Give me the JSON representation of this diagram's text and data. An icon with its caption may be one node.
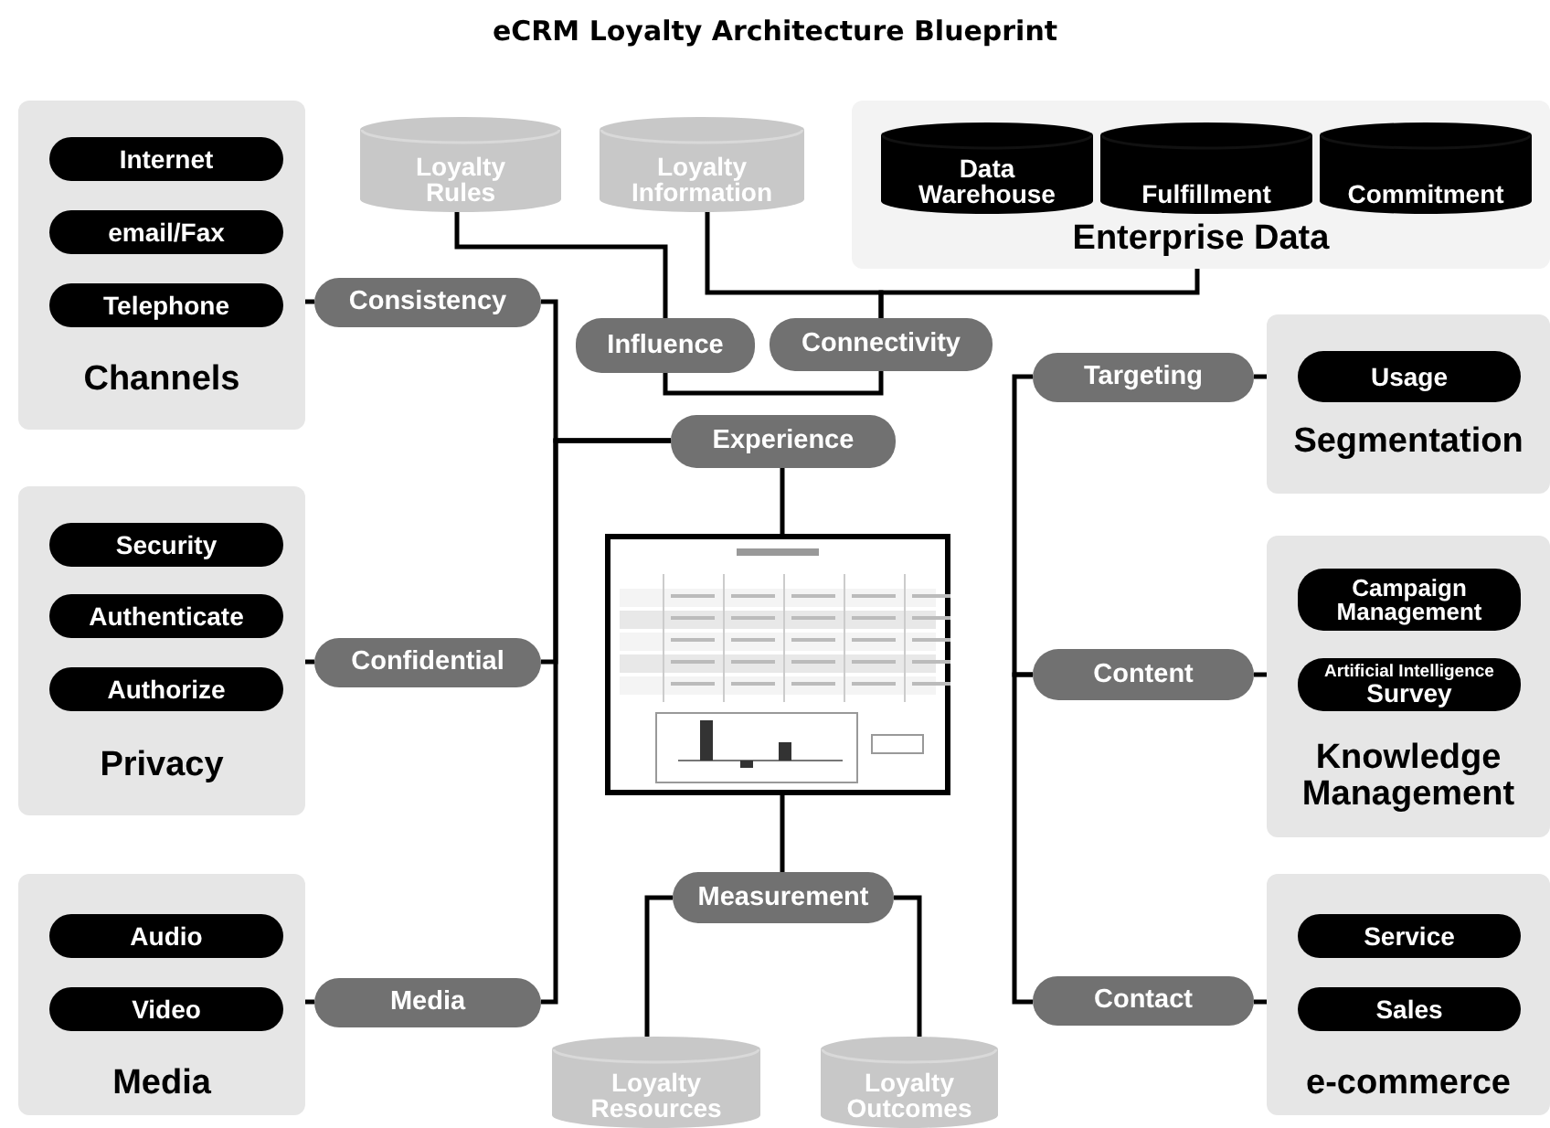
{
  "diagram": {
    "title": "eCRM Loyalty Architecture Blueprint",
    "nodes": [
      {
        "text": [
          "Channels"
        ]
      },
      {
        "text": [
          "Internet"
        ],
        "in": 0
      },
      {
        "text": [
          "email/Fax"
        ],
        "in": 0
      },
      {
        "text": [
          "Telephone"
        ],
        "in": 0
      },
      {
        "text": [
          "Privacy"
        ]
      },
      {
        "text": [
          "Security"
        ],
        "in": 4
      },
      {
        "text": [
          "Authenticate"
        ],
        "in": 4
      },
      {
        "text": [
          "Authorize"
        ],
        "in": 4
      },
      {
        "text": [
          "Media"
        ]
      },
      {
        "text": [
          "Audio"
        ],
        "in": 8
      },
      {
        "text": [
          "Video"
        ],
        "in": 8
      },
      {
        "text": [
          "Loyalty Rules"
        ]
      },
      {
        "text": [
          "Loyalty Information"
        ]
      },
      {
        "text": [
          "Enterprise Data"
        ]
      },
      {
        "text": [
          "Data Warehouse"
        ],
        "in": 13
      },
      {
        "text": [
          "Fulfillment"
        ],
        "in": 13
      },
      {
        "text": [
          "Commitment"
        ],
        "in": 13
      },
      {
        "text": [
          "Consistency"
        ]
      },
      {
        "text": [
          "Influence"
        ]
      },
      {
        "text": [
          "Connectivity"
        ]
      },
      {
        "text": [
          "Experience"
        ]
      },
      {
        "text": [
          "Confidential"
        ]
      },
      {
        "text": [
          "Media"
        ]
      },
      {
        "text": [],
        "shape": "picture"
      },
      {
        "text": [
          "Measurement"
        ]
      },
      {
        "text": [
          "Loyalty Resources"
        ]
      },
      {
        "text": [
          "Loyalty Outcomes"
        ]
      },
      {
        "text": [
          "Targeting"
        ]
      },
      {
        "text": [
          "Content"
        ]
      },
      {
        "text": [
          "Contact"
        ]
      },
      {
        "text": [
          "Segmentation"
        ]
      },
      {
        "text": [
          "Usage"
        ],
        "in": 30
      },
      {
        "text": [
          "Knowledge Management"
        ]
      },
      {
        "text": [
          "Campaign Management"
        ],
        "in": 32
      },
      {
        "text": [
          "Artificial Intelligence",
          "Survey"
        ],
        "in": 32
      },
      {
        "text": [
          "e-commerce"
        ]
      },
      {
        "text": [
          "Service"
        ],
        "in": 35
      },
      {
        "text": [
          "Sales"
        ],
        "in": 35
      }
    ],
    "edges": [
      {
        "from": 17,
        "to": 0,
        "arrow": "none"
      },
      {
        "from": 21,
        "to": 4,
        "arrow": "none"
      },
      {
        "from": 22,
        "to": 8,
        "arrow": "none"
      },
      {
        "from": 17,
        "to": 20,
        "arrow": "none"
      },
      {
        "from": 21,
        "to": 20,
        "arrow": "none"
      },
      {
        "from": 22,
        "to": 20,
        "arrow": "none"
      },
      {
        "from": 11,
        "to": 18,
        "arrow": "none"
      },
      {
        "from": 18,
        "to": 19,
        "arrow": "none"
      },
      {
        "from": 12,
        "to": 19,
        "arrow": "none"
      },
      {
        "from": 19,
        "to": 13,
        "arrow": "none"
      },
      {
        "from": 20,
        "to": 23,
        "arrow": "none"
      },
      {
        "from": 23,
        "to": 24,
        "arrow": "none"
      },
      {
        "from": 24,
        "to": 25,
        "arrow": "none"
      },
      {
        "from": 24,
        "to": 26,
        "arrow": "none"
      },
      {
        "from": 27,
        "to": 30,
        "arrow": "none"
      },
      {
        "from": 28,
        "to": 32,
        "arrow": "none"
      },
      {
        "from": 29,
        "to": 35,
        "arrow": "none"
      },
      {
        "from": 27,
        "to": 28,
        "arrow": "none"
      },
      {
        "from": 28,
        "to": 29,
        "arrow": "none"
      }
    ]
  }
}
